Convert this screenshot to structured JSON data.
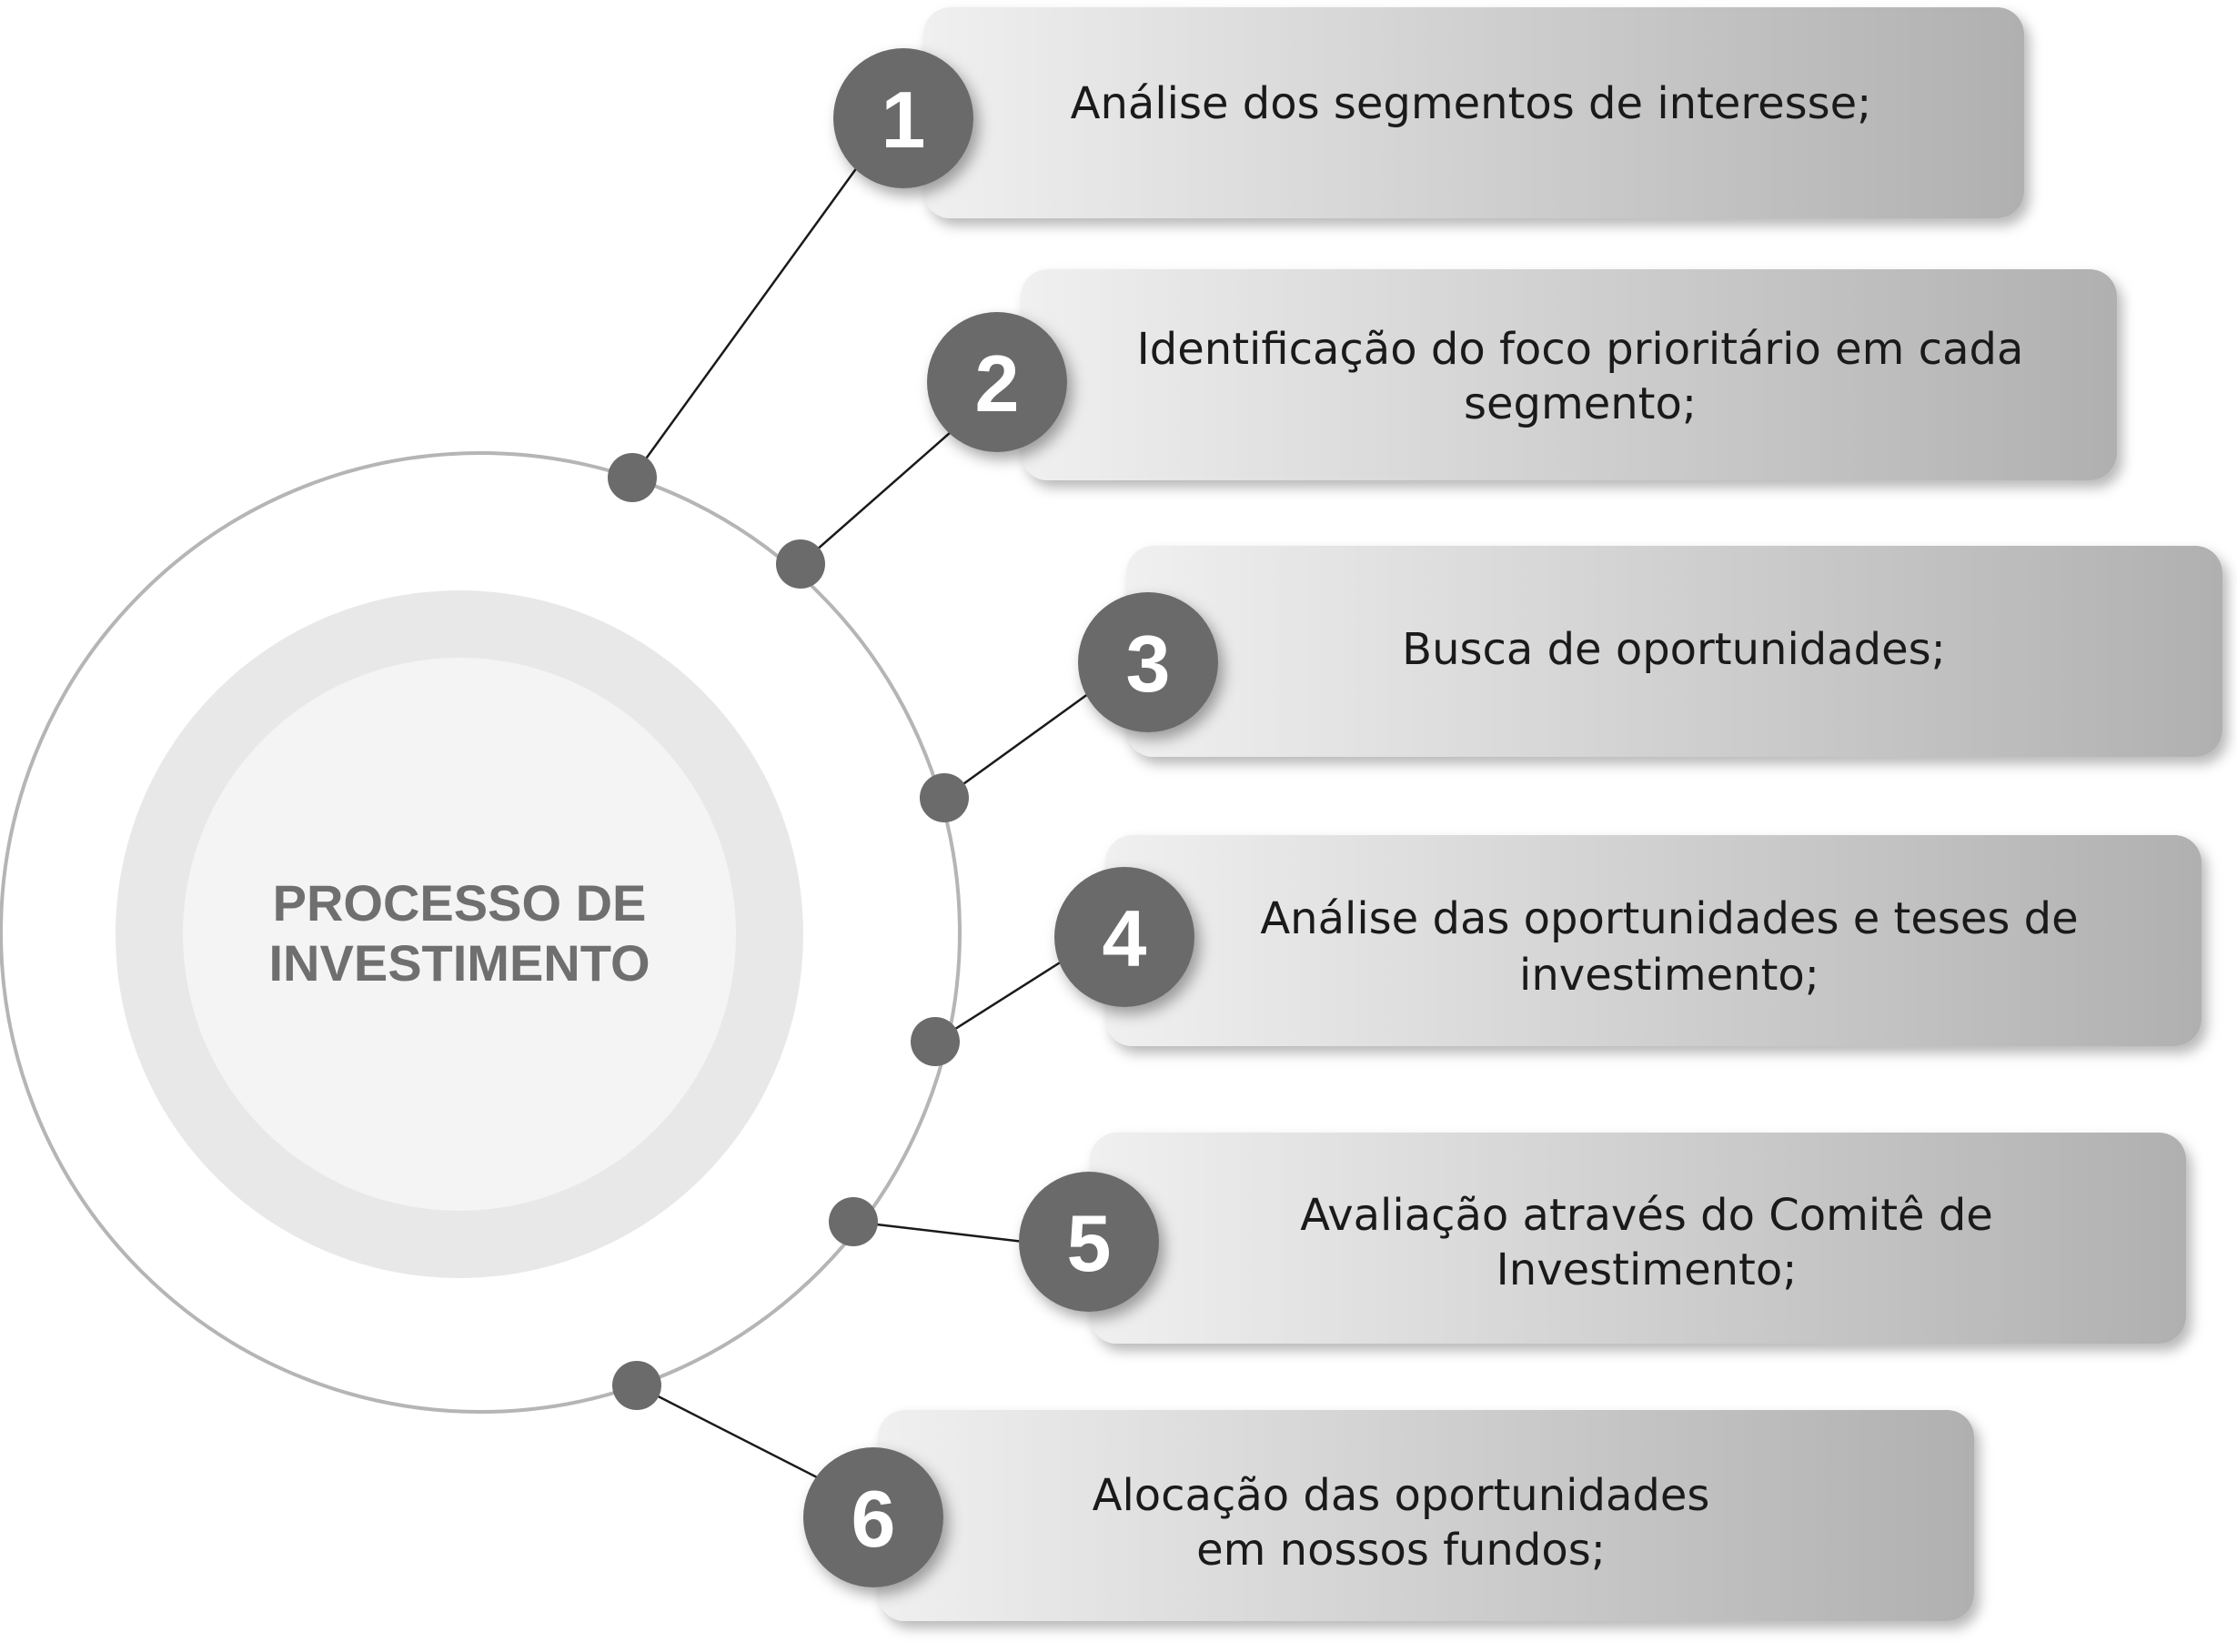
{
  "center": {
    "title_line1": "PROCESSO DE",
    "title_line2": "INVESTIMENTO"
  },
  "steps": [
    {
      "number": "1",
      "lines": [
        "Análise dos segmentos de interesse;"
      ]
    },
    {
      "number": "2",
      "lines": [
        "Identificação do foco prioritário em cada",
        "segmento;"
      ]
    },
    {
      "number": "3",
      "lines": [
        "Busca de oportunidades;"
      ]
    },
    {
      "number": "4",
      "lines": [
        "Análise das oportunidades e teses de",
        "investimento;"
      ]
    },
    {
      "number": "5",
      "lines": [
        "Avaliação através do Comitê de",
        "Investimento;"
      ]
    },
    {
      "number": "6",
      "lines": [
        "Alocação das oportunidades",
        "em nossos fundos;"
      ]
    }
  ],
  "colors": {
    "badge": "#6b6b6b",
    "ring": "#b5b5b5",
    "connector": "#1a1a1a",
    "band_light": "#f0f0f0",
    "band_dark": "#b0b0b0"
  }
}
